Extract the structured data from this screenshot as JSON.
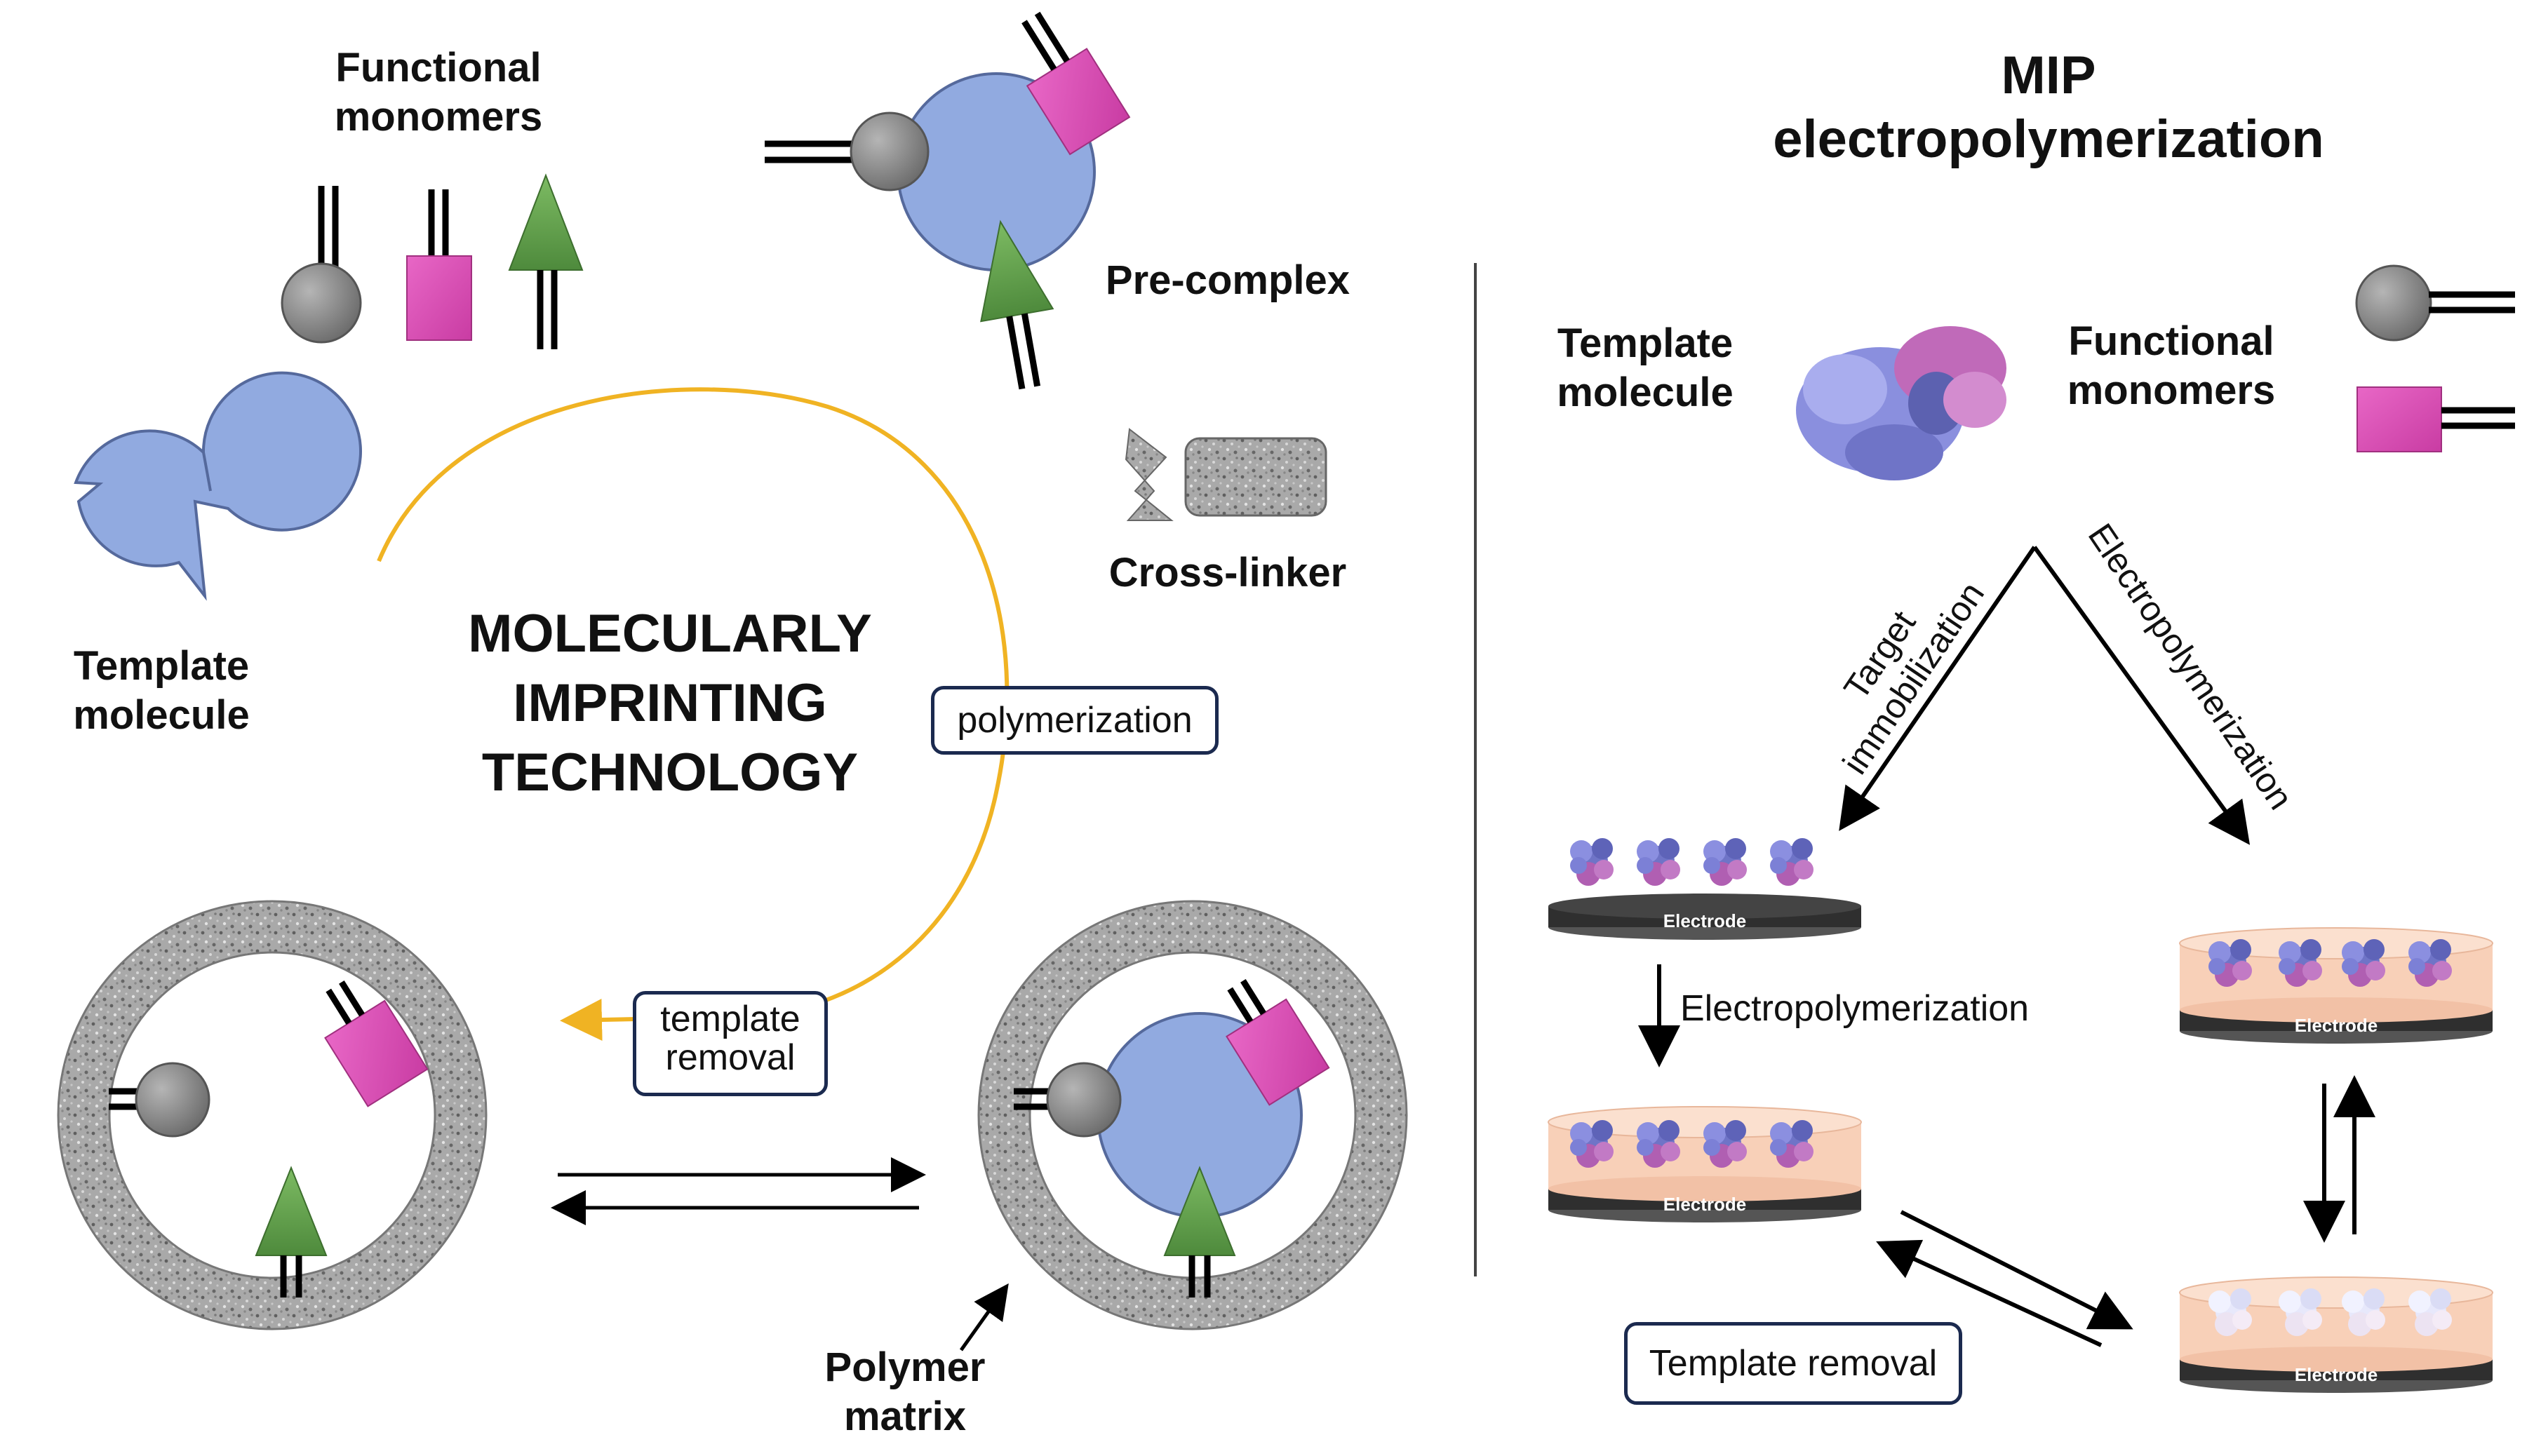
{
  "left_panel": {
    "functional_monomers": [
      "Functional",
      "monomers"
    ],
    "pre_complex": "Pre-complex",
    "template_molecule": [
      "Template",
      "molecule"
    ],
    "cross_linker": "Cross-linker",
    "title": [
      "MOLECULARLY",
      "IMPRINTING",
      "TECHNOLOGY"
    ],
    "polymerization": "polymerization",
    "template_removal": [
      "template",
      "removal"
    ],
    "polymer_matrix": [
      "Polymer",
      "matrix"
    ]
  },
  "right_panel": {
    "title": [
      "MIP",
      "electropolymerization"
    ],
    "template_molecule": [
      "Template",
      "molecule"
    ],
    "functional_monomers": [
      "Functional",
      "monomers"
    ],
    "target_immobilization": [
      "Target",
      "immobilization"
    ],
    "electropolymerization_diag": "Electropolymerization",
    "electropolymerization_step": "Electropolymerization",
    "template_removal": "Template removal",
    "electrode_label": "Electrode"
  },
  "colors": {
    "template_blue": "#91aae0",
    "monomer_pink": "#e052b8",
    "monomer_gray": "#8c8c8c",
    "monomer_green": "#69a153",
    "arc_yellow": "#f0b323",
    "box_border": "#1b2a4f",
    "polymer_film": "#f8d0b8",
    "electrode_dark": "#333333"
  }
}
